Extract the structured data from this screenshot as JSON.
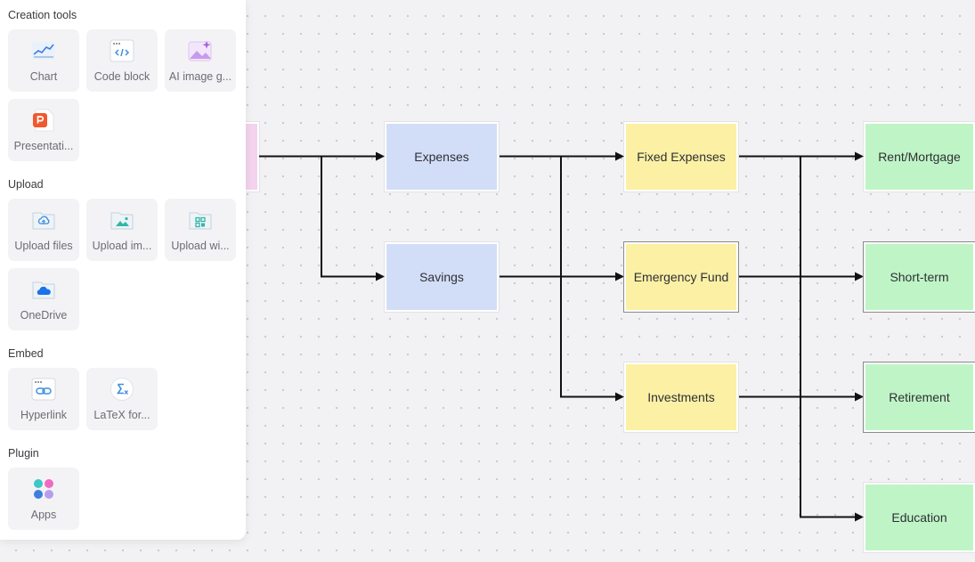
{
  "panel": {
    "sections": [
      {
        "title": "Creation tools",
        "tiles": [
          "Chart",
          "Code block",
          "AI image g...",
          "Presentati..."
        ]
      },
      {
        "title": "Upload",
        "tiles": [
          "Upload files",
          "Upload im...",
          "Upload wi...",
          "OneDrive"
        ]
      },
      {
        "title": "Embed",
        "tiles": [
          "Hyperlink",
          "LaTeX for..."
        ]
      },
      {
        "title": "Plugin",
        "tiles": [
          "Apps"
        ]
      }
    ]
  },
  "diagram": {
    "nodes": {
      "root": "",
      "expenses": "Expenses",
      "savings": "Savings",
      "fixed_expenses": "Fixed Expenses",
      "emergency_fund": "Emergency Fund",
      "investments": "Investments",
      "rent_mortgage": "Rent/Mortgage",
      "short_term": "Short-term",
      "retirement": "Retirement",
      "education": "Education"
    }
  },
  "icons": {
    "chart": "line-chart-icon",
    "code": "code-block-icon",
    "ai_image": "ai-image-icon",
    "presentation": "presentation-icon",
    "upload_files": "upload-files-icon",
    "upload_image": "upload-image-icon",
    "upload_widget": "upload-widget-icon",
    "onedrive": "onedrive-icon",
    "hyperlink": "hyperlink-icon",
    "latex": "latex-icon",
    "apps": "apps-icon"
  },
  "colors": {
    "blue_node": "#d2def8",
    "yellow_node": "#fbf0a4",
    "green_node": "#bff5c6",
    "pink_node": "#f3d3ee"
  }
}
